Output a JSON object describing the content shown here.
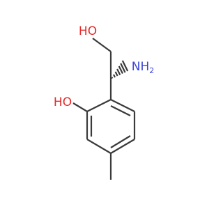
{
  "molecule": {
    "atoms": {
      "o_top": {
        "label": "HO",
        "color": "#e52a2a"
      },
      "n": {
        "label": "NH",
        "sub": "2",
        "color": "#3a45d6"
      },
      "o_phenol": {
        "label": "HO",
        "color": "#e52a2a"
      }
    },
    "bond_color": "#3a3a3a"
  }
}
